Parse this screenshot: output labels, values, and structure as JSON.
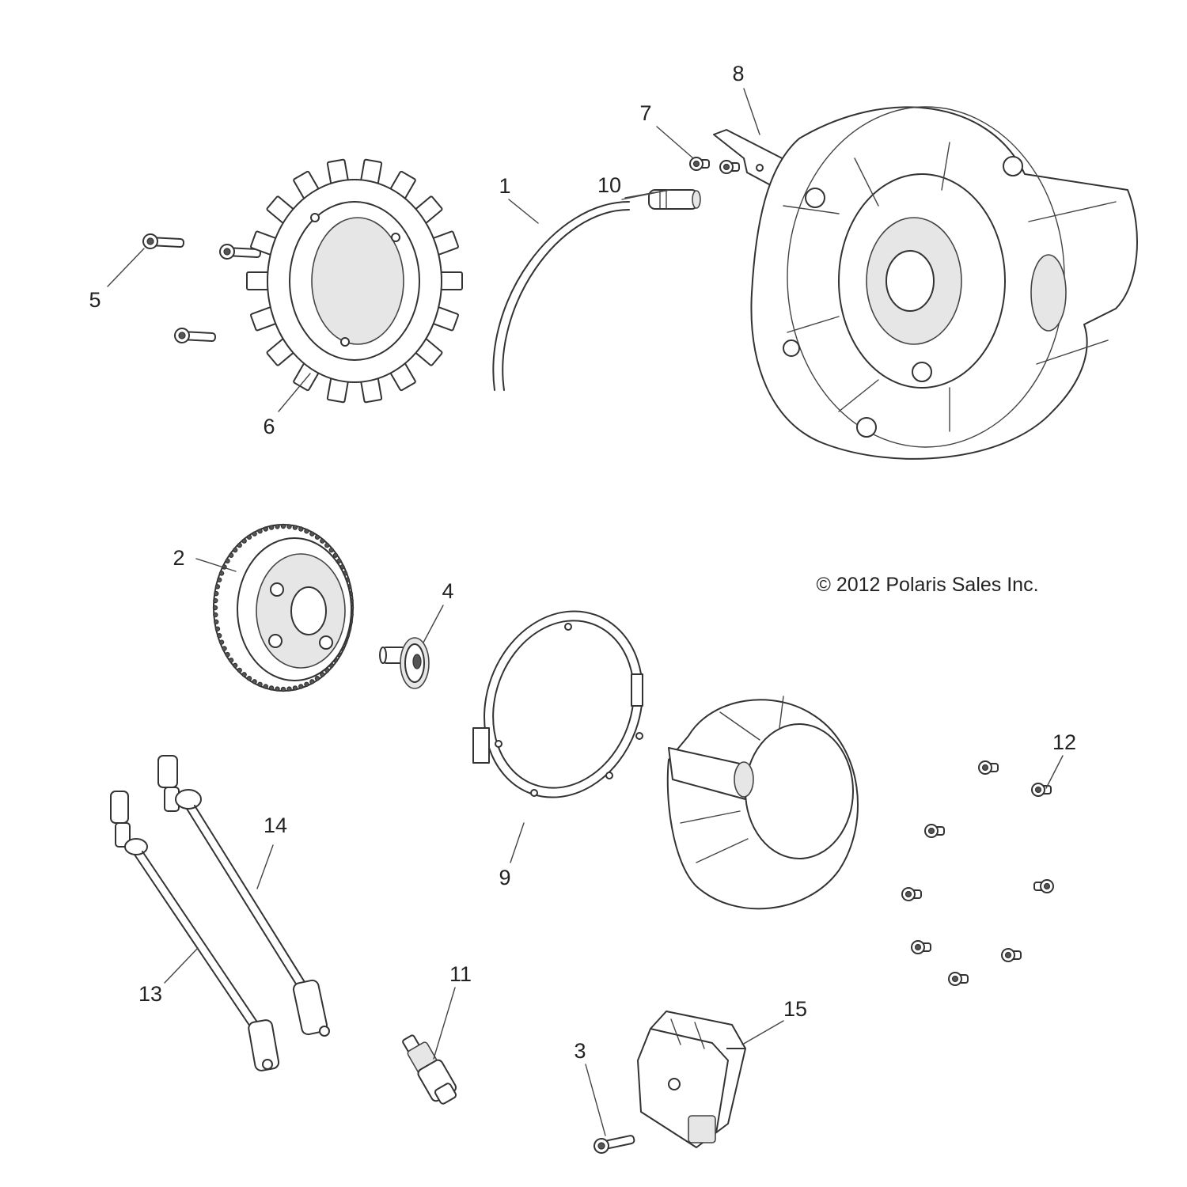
{
  "callouts": {
    "c1": "1",
    "c2": "2",
    "c3": "3",
    "c4": "4",
    "c5": "5",
    "c6": "6",
    "c7": "7",
    "c8": "8",
    "c9": "9",
    "c10": "10",
    "c11": "11",
    "c12": "12",
    "c13": "13",
    "c14": "14",
    "c15": "15"
  },
  "copyright": "© 2012 Polaris Sales Inc."
}
